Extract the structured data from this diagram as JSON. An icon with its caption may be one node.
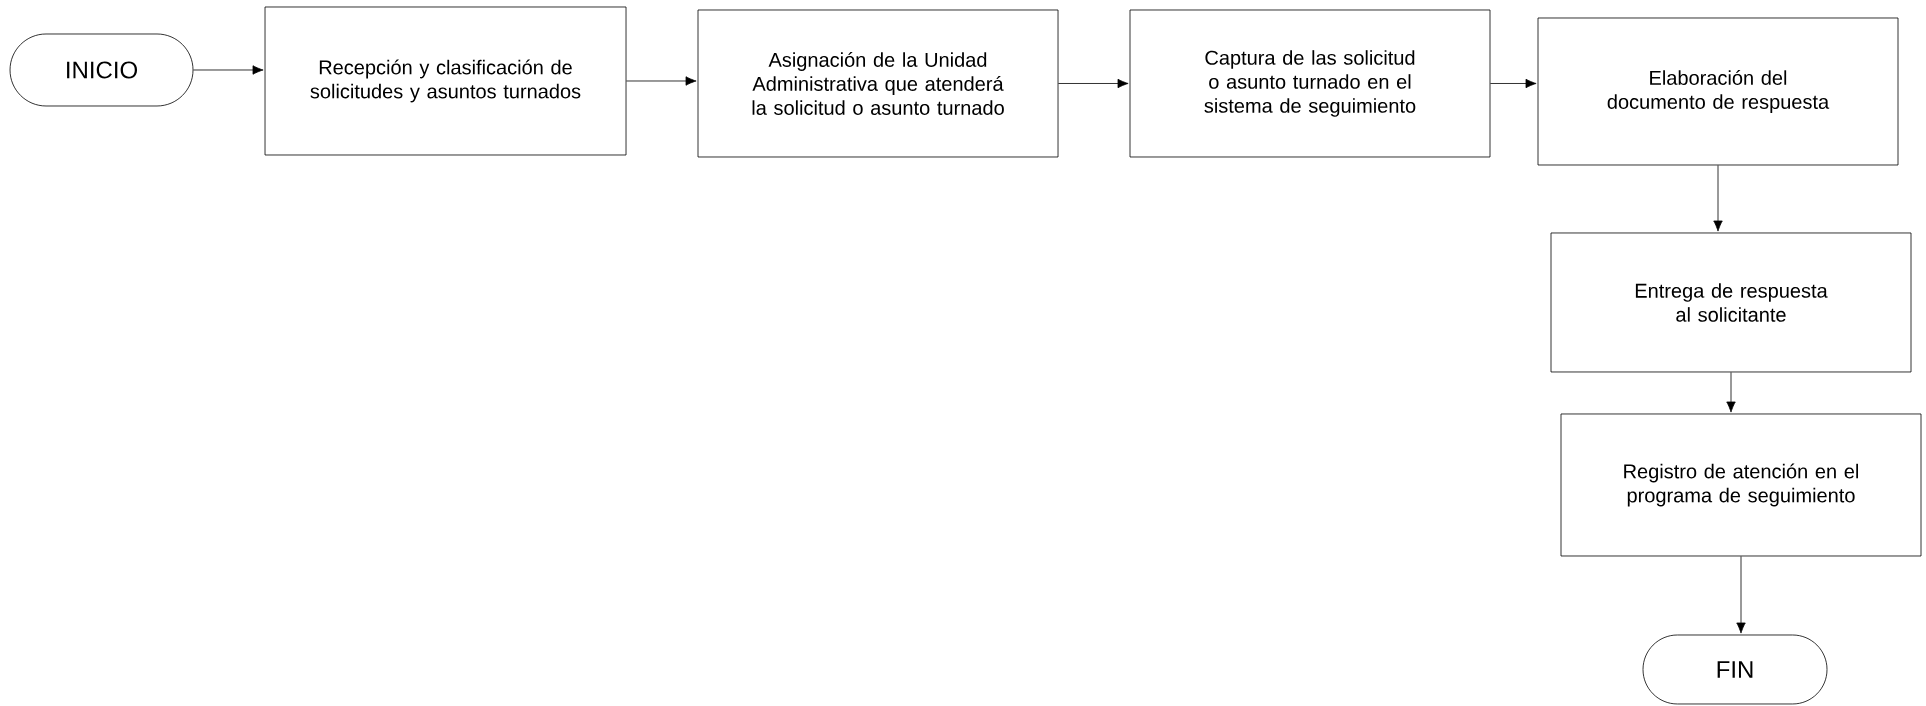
{
  "diagram": {
    "nodes": [
      {
        "text": [
          "INICIO"
        ]
      },
      {
        "text": [
          "Recepción y clasificación de solicitudes y asuntos turnados"
        ]
      },
      {
        "text": [
          "Asignación de la Unidad Administrativa que atenderá la solicitud o asunto turnado"
        ]
      },
      {
        "text": [
          "Captura de las solicitud o asunto turnado en el sistema de seguimiento"
        ]
      },
      {
        "text": [
          "Elaboración del documento de respuesta"
        ]
      },
      {
        "text": [
          "Entrega de respuesta al solicitante"
        ]
      },
      {
        "text": [
          "Registro de atención en el programa de seguimiento"
        ]
      },
      {
        "text": [
          "FIN"
        ]
      }
    ],
    "edges": [
      {
        "from": 0,
        "to": 1,
        "arrow": "to"
      },
      {
        "from": 1,
        "to": 2,
        "arrow": "to"
      },
      {
        "from": 2,
        "to": 3,
        "arrow": "to"
      },
      {
        "from": 3,
        "to": 4,
        "arrow": "to"
      },
      {
        "from": 4,
        "to": 5,
        "arrow": "to"
      },
      {
        "from": 5,
        "to": 6,
        "arrow": "to"
      },
      {
        "from": 6,
        "to": 7,
        "arrow": "to"
      }
    ]
  }
}
